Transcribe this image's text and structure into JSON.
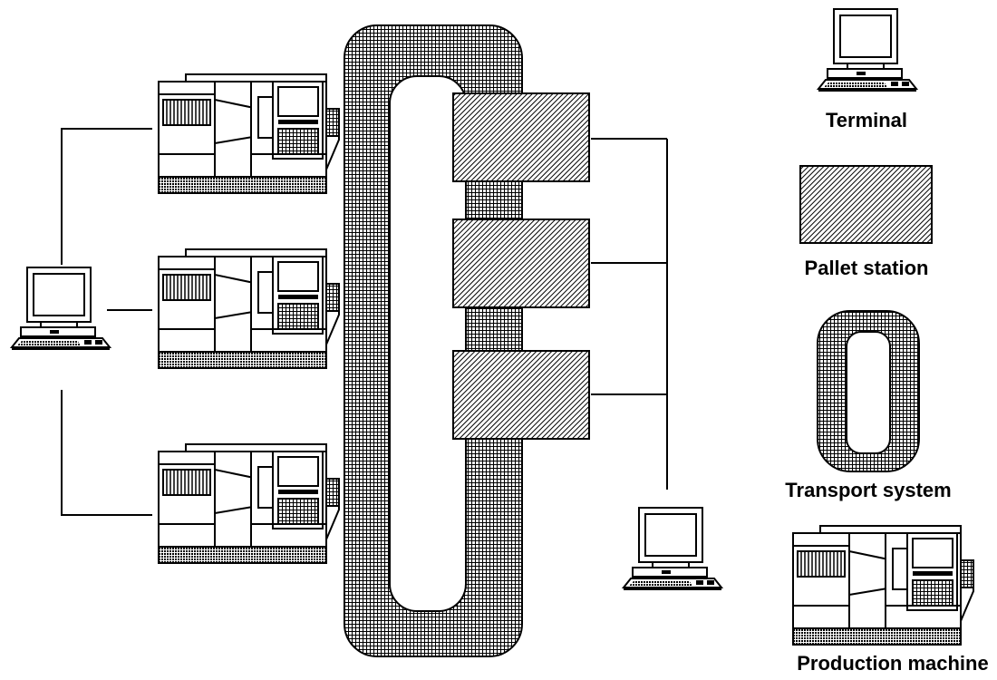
{
  "legend": {
    "terminal": "Terminal",
    "pallet_station": "Pallet station",
    "transport_system": "Transport system",
    "production_machine": "Production machine"
  },
  "colors": {
    "line": "#000000",
    "background": "#ffffff"
  },
  "icons": [
    "terminal-icon",
    "pallet-station-icon",
    "transport-system-icon",
    "production-machine-icon"
  ]
}
